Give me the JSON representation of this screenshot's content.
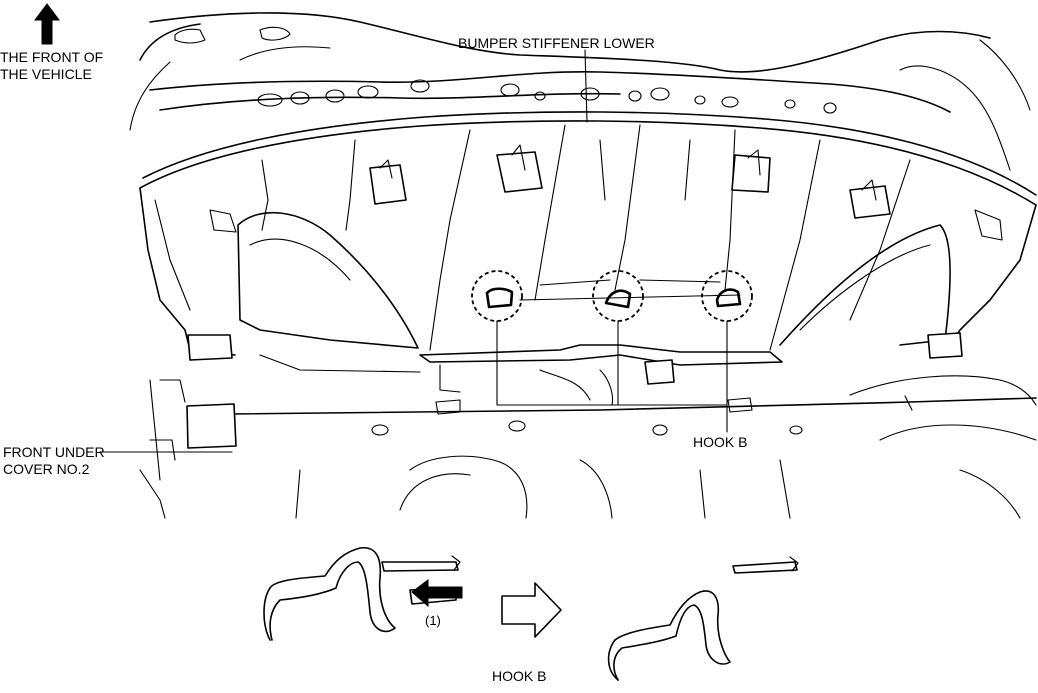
{
  "labels": {
    "front_of_vehicle_line1": "THE FRONT OF",
    "front_of_vehicle_line2": "THE VEHICLE",
    "bumper_stiffener": "BUMPER STIFFENER LOWER",
    "front_under_cover_line1": "FRONT UNDER",
    "front_under_cover_line2": "COVER NO.2",
    "hook_b_top": "HOOK B",
    "callout_1": "(1)",
    "hook_b_bottom": "HOOK B"
  },
  "icons": {
    "direction_arrow": "up-arrow-icon",
    "step_arrow": "right-outline-arrow-icon",
    "push_arrow": "left-filled-arrow-icon"
  }
}
